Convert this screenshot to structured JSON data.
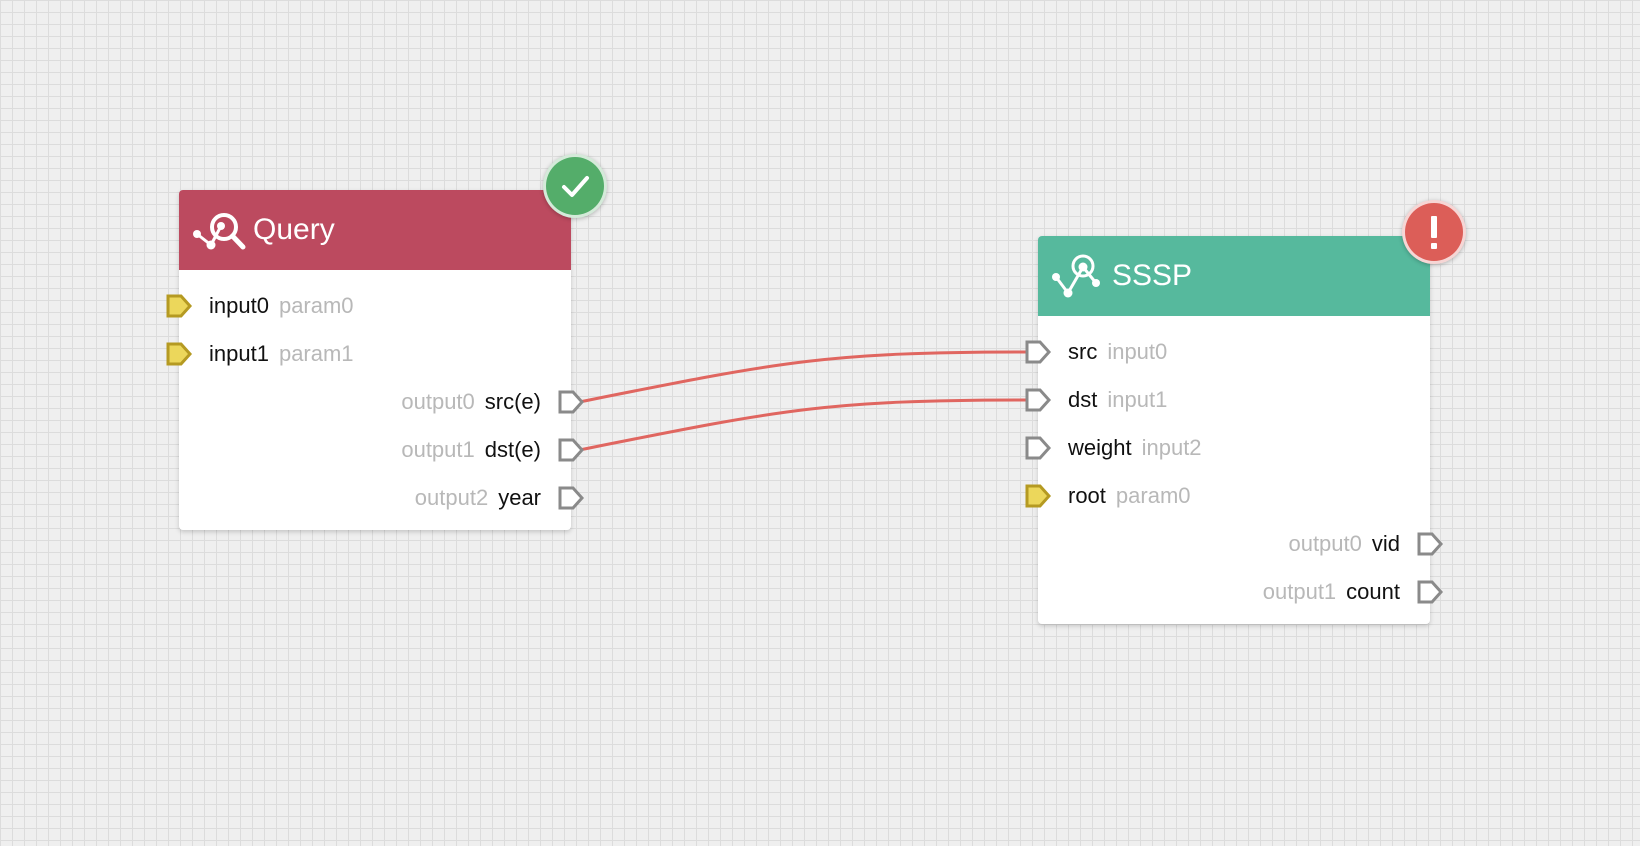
{
  "colors": {
    "query_header": "#bc4a5f",
    "sssp_header": "#56b99d",
    "success": "#54ad6a",
    "error": "#dc5e58",
    "edge": "#e06660",
    "param_port_fill": "#ecd75b",
    "param_port_stroke": "#b59a22",
    "io_port_stroke": "#8a8a8a"
  },
  "nodes": {
    "query": {
      "title": "Query",
      "icon": "query-graph-search-icon",
      "status": "success",
      "status_icon": "check-icon",
      "inputs": [
        {
          "name": "input0",
          "role": "param0",
          "kind": "param"
        },
        {
          "name": "input1",
          "role": "param1",
          "kind": "param"
        }
      ],
      "outputs": [
        {
          "name": "src(e)",
          "role": "output0"
        },
        {
          "name": "dst(e)",
          "role": "output1"
        },
        {
          "name": "year",
          "role": "output2"
        }
      ]
    },
    "sssp": {
      "title": "SSSP",
      "icon": "graph-algorithm-icon",
      "status": "error",
      "status_icon": "exclamation-icon",
      "inputs": [
        {
          "name": "src",
          "role": "input0",
          "kind": "io"
        },
        {
          "name": "dst",
          "role": "input1",
          "kind": "io"
        },
        {
          "name": "weight",
          "role": "input2",
          "kind": "io"
        },
        {
          "name": "root",
          "role": "param0",
          "kind": "param"
        }
      ],
      "outputs": [
        {
          "name": "vid",
          "role": "output0"
        },
        {
          "name": "count",
          "role": "output1"
        }
      ]
    }
  },
  "edges": [
    {
      "from": "query.output0",
      "to": "sssp.input0"
    },
    {
      "from": "query.output1",
      "to": "sssp.input1"
    }
  ]
}
